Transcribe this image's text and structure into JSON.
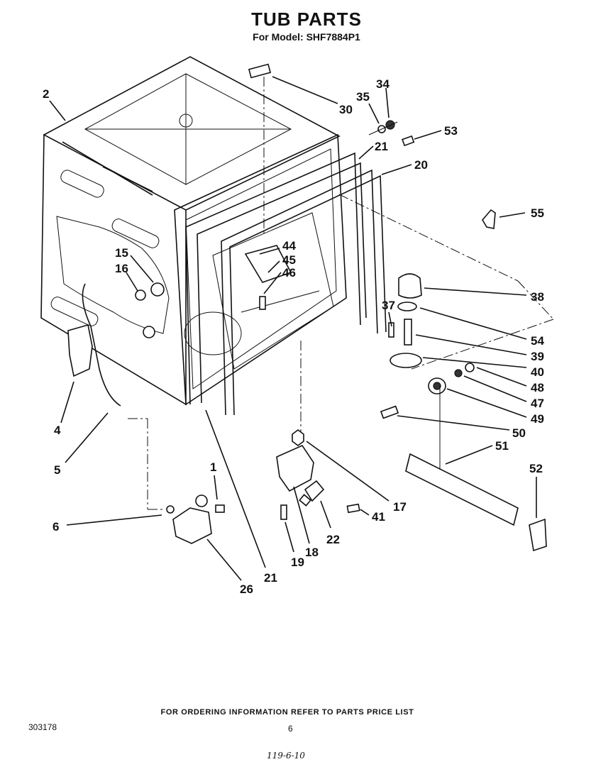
{
  "title": "TUB PARTS",
  "subtitle": "For Model: SHF7884P1",
  "footer_note": "FOR ORDERING INFORMATION REFER TO PARTS PRICE LIST",
  "doc_number": "303178",
  "page_number": "6",
  "handwritten_note": "119-6-10",
  "callouts": {
    "c2": "2",
    "c30": "30",
    "c34": "34",
    "c35": "35",
    "c53": "53",
    "c21_top": "21",
    "c20": "20",
    "c55": "55",
    "c44": "44",
    "c45": "45",
    "c46": "46",
    "c15": "15",
    "c16": "16",
    "c38": "38",
    "c37": "37",
    "c54": "54",
    "c39": "39",
    "c40": "40",
    "c48": "48",
    "c47": "47",
    "c49": "49",
    "c50": "50",
    "c51": "51",
    "c52": "52",
    "c4": "4",
    "c5": "5",
    "c6": "6",
    "c1": "1",
    "c17": "17",
    "c41": "41",
    "c22": "22",
    "c19": "19",
    "c18": "18",
    "c21_bottom": "21",
    "c26": "26"
  }
}
